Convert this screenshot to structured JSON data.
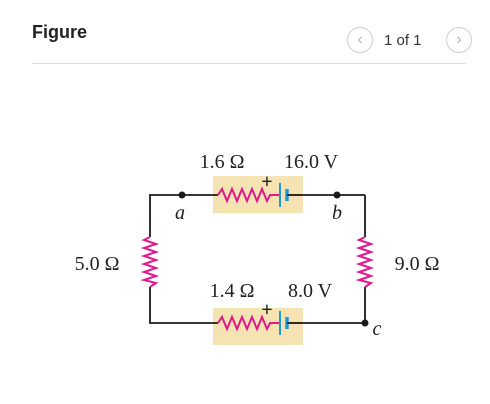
{
  "header": {
    "title": "Figure",
    "page_indicator": "1 of 1"
  },
  "nav": {
    "prev_icon": "chevron-left-icon",
    "next_icon": "chevron-right-icon"
  },
  "circuit": {
    "top_branch": {
      "resistance": "1.6 Ω",
      "emf": "16.0 V",
      "polarity": "+"
    },
    "bottom_branch": {
      "resistance": "1.4 Ω",
      "emf": "8.0 V",
      "polarity": "+"
    },
    "left_resistor": "5.0 Ω",
    "right_resistor": "9.0 Ω",
    "nodes": {
      "a": "a",
      "b": "b",
      "c": "c"
    },
    "colors": {
      "wire": "#1a1a1a",
      "resistor": "#e0198a",
      "battery": "#1a9ad6",
      "highlight": "#f6e3b4"
    }
  }
}
